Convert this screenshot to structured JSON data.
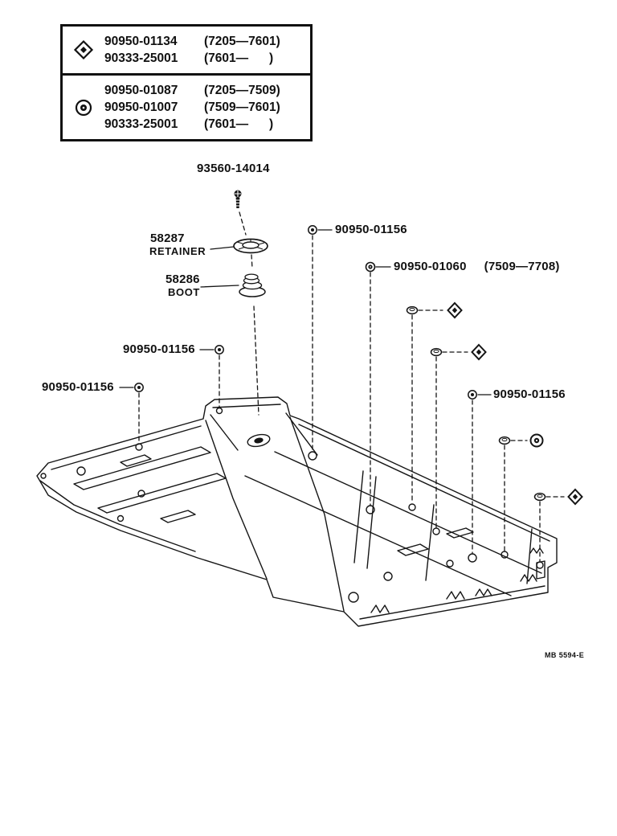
{
  "doc": {
    "background": "#ffffff",
    "ink": "#111111",
    "footer_code": "MB 5594-E"
  },
  "legend": {
    "rows": [
      {
        "icon": "diamond-nut-icon",
        "lines": [
          {
            "part": "90950-01134",
            "range": "(7205—7601)"
          },
          {
            "part": "90333-25001",
            "range": "(7601—      )"
          }
        ]
      },
      {
        "icon": "grommet-icon",
        "lines": [
          {
            "part": "90950-01087",
            "range": "(7205—7509)"
          },
          {
            "part": "90950-01007",
            "range": "(7509—7601)"
          },
          {
            "part": "90333-25001",
            "range": "(7601—      )"
          }
        ]
      }
    ]
  },
  "callouts": {
    "screw": {
      "part": "93560-14014",
      "icon": "screw-icon"
    },
    "retainer": {
      "part": "58287",
      "name": "RETAINER",
      "icon": "retainer-ring-icon"
    },
    "boot": {
      "part": "58286",
      "name": "BOOT",
      "icon": "shift-boot-icon"
    },
    "plug_top": {
      "part": "90950-01156",
      "icon": "plug-clip-icon"
    },
    "plug_dated": {
      "part": "90950-01060",
      "range": "(7509—7708)",
      "icon": "grommet-plug-icon"
    },
    "plug_left_upper": {
      "part": "90950-01156",
      "icon": "plug-clip-icon"
    },
    "plug_left_lower": {
      "part": "90950-01156",
      "icon": "plug-clip-icon"
    },
    "plug_right": {
      "part": "90950-01156",
      "icon": "plug-clip-icon"
    }
  }
}
